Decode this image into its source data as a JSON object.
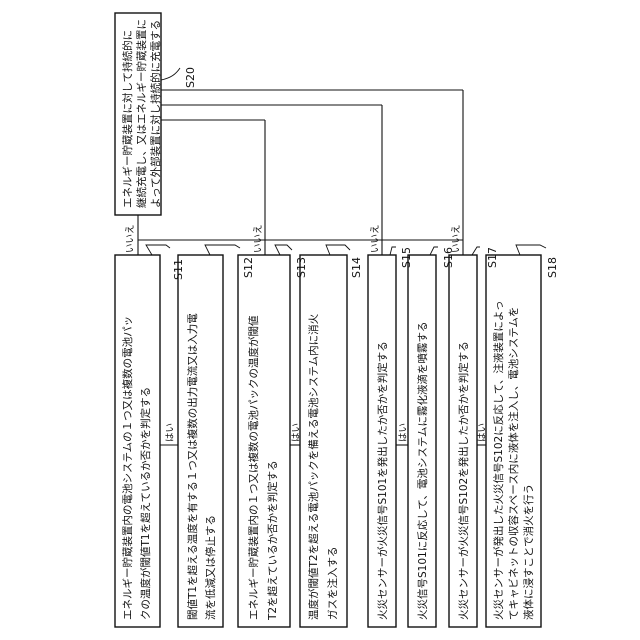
{
  "diagram": {
    "steps": {
      "s11": {
        "id": "S11",
        "lines": [
          "エネルギー貯蔵装置内の電池システムの１つ又は複数の電池パッ",
          "クの温度が閾値T1を超えているか否かを判定する"
        ]
      },
      "s12": {
        "id": "S12",
        "lines": [
          "閾値T1を超える温度を有する１つ又は複数の出力電流又は入力電",
          "流を低減又は停止する"
        ]
      },
      "s13": {
        "id": "S13",
        "lines": [
          "エネルギー貯蔵装置内の１つ又は複数の電池パックの温度が閾値",
          "T2を超えているか否かを判定する"
        ]
      },
      "s14": {
        "id": "S14",
        "lines": [
          "温度が閾値T2を超える電池パックを備える電池システム内に消火",
          "ガスを注入する"
        ]
      },
      "s15": {
        "id": "S15",
        "lines": [
          "火災センサーが火災信号S101を発出したか否かを判定する"
        ]
      },
      "s16": {
        "id": "S16",
        "lines": [
          "火災信号S101に反応して、電池システムに霧化液滴を噴霧する"
        ]
      },
      "s17": {
        "id": "S17",
        "lines": [
          "火災センサーが火災信号S102を発出したか否かを判定する"
        ]
      },
      "s18": {
        "id": "S18",
        "lines": [
          "火災センサーが発出した火災信号S102に反応して、注液装置によっ",
          "てキャビネットの収容スペース内に液体を注入し、電池システムを",
          "液体に浸すことで消火を行う"
        ]
      },
      "s20": {
        "id": "S20",
        "lines": [
          "エネルギー貯蔵装置に対して持続的に",
          "継続充電し、又はエネルギー貯蔵装置に",
          "よって外部装置に対し持続的に充電する"
        ]
      }
    },
    "yes_label": "はい",
    "no_label": "いいえ"
  }
}
